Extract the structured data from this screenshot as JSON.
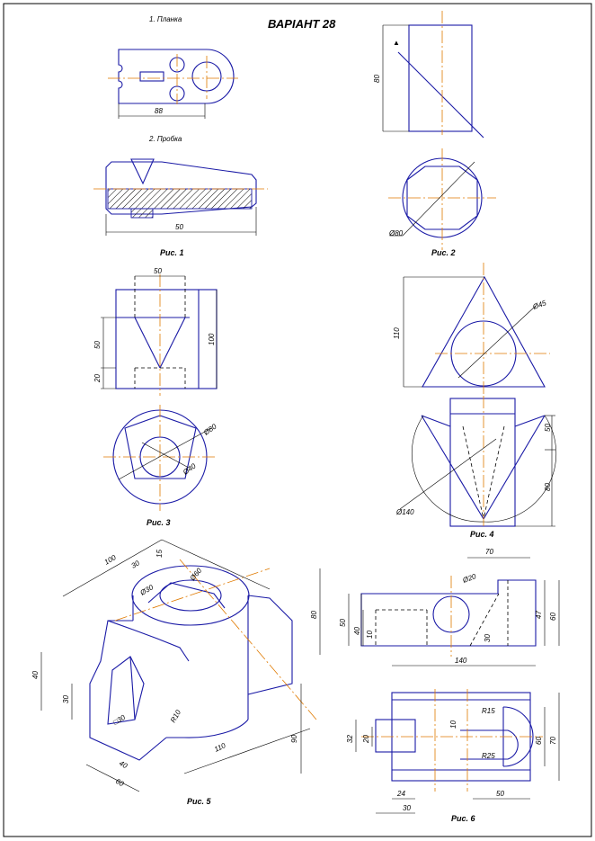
{
  "title": "ВАРІАНТ 28",
  "fig1": {
    "caption": "Рис. 1",
    "part1_label": "1. Планка",
    "part2_label": "2. Пробка",
    "dim_88": "88",
    "dim_50": "50"
  },
  "fig2": {
    "caption": "Рис. 2",
    "dim_80": "80",
    "dim_phi": "Ø80"
  },
  "fig3": {
    "caption": "Рис. 3",
    "dim_50_top": "50",
    "dim_50_left": "50",
    "dim_20": "20",
    "dim_100": "100",
    "dim_phi1": "Ø80",
    "dim_phi2": "Ø40"
  },
  "fig4": {
    "caption": "Рис. 4",
    "dim_110": "110",
    "dim_phi_top": "Ø45",
    "dim_50": "50",
    "dim_80": "80",
    "dim_phi_bottom": "Ø140"
  },
  "fig5": {
    "caption": "Рис. 5",
    "dim_100": "100",
    "dim_30": "30",
    "dim_15": "15",
    "dim_phi60": "Ø60",
    "dim_phi30": "Ø30",
    "dim_80": "80",
    "dim_40": "40",
    "dim_30_side": "30",
    "dim_sq30": "□30",
    "dim_R10": "R10",
    "dim_40_bottom": "40",
    "dim_60": "60",
    "dim_110": "110",
    "dim_90": "90"
  },
  "fig6": {
    "caption": "Рис. 6",
    "dim_70": "70",
    "dim_phi20": "Ø20",
    "dim_50": "50",
    "dim_40": "40",
    "dim_10": "10",
    "dim_30": "30",
    "dim_47": "47",
    "dim_60": "60",
    "dim_140": "140",
    "dim_32": "32",
    "dim_20": "20",
    "dim_10b": "10",
    "dim_R15": "R15",
    "dim_R25": "R25",
    "dim_60b": "60",
    "dim_70b": "70",
    "dim_24": "24",
    "dim_30b": "30",
    "dim_50b": "50"
  }
}
